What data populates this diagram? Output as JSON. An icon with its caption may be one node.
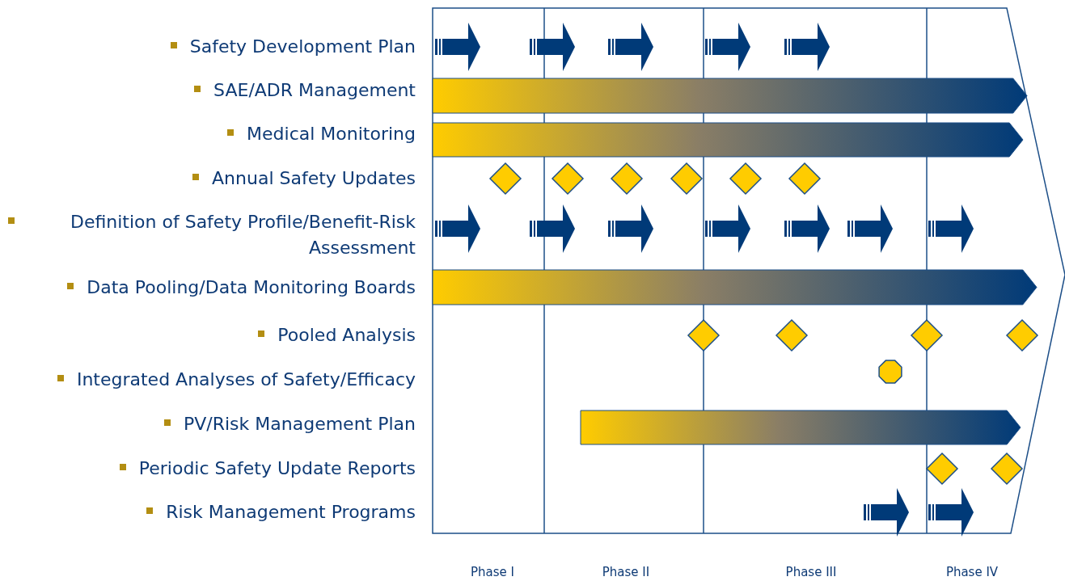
{
  "diagram": {
    "labels": [
      "Safety Development Plan",
      "SAE/ADR Management",
      "Medical Monitoring",
      "Annual Safety Updates",
      "Definition of Safety Profile/Benefit-Risk Assessment",
      "Data Pooling/Data Monitoring Boards",
      "Pooled Analysis",
      "Integrated Analyses of Safety/Efficacy",
      "PV/Risk Management Plan",
      "Periodic Safety Update Reports",
      "Risk Management Programs",
      "Phase I",
      "Phase II",
      "Phase III",
      "Phase IV"
    ]
  }
}
